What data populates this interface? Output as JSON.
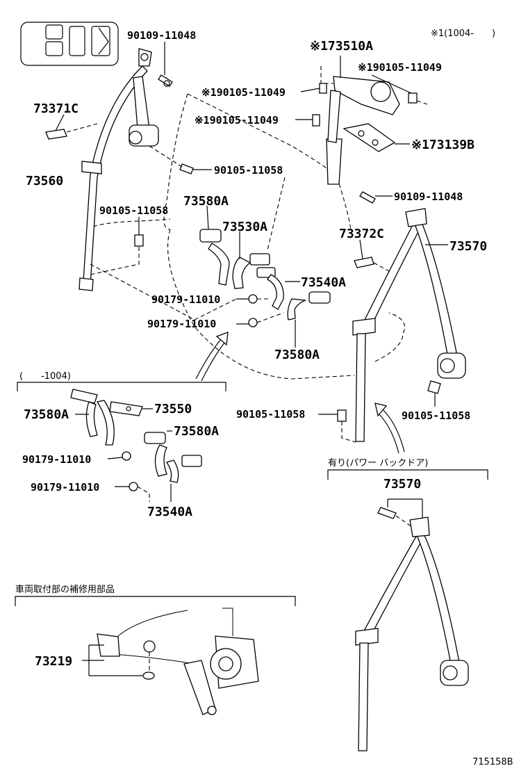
{
  "header": {
    "note_topright": "※1(1004-　　)",
    "footer_code": "715158B"
  },
  "labels": {
    "p_90109_11048_a": "90109-11048",
    "p_73510A": "※173510A",
    "p_90105_11049_a": "※190105-11049",
    "p_90105_11049_b": "※190105-11049",
    "p_90105_11049_c": "※190105-11049",
    "p_73371C": "73371C",
    "p_73560": "73560",
    "p_90105_11058_a": "90105-11058",
    "p_90105_11058_b": "90105-11058",
    "p_73139B": "※173139B",
    "p_90109_11048_b": "90109-11048",
    "p_73580A_a": "73580A",
    "p_73530A": "73530A",
    "p_73372C": "73372C",
    "p_73570_a": "73570",
    "p_73540A_a": "73540A",
    "p_90179_11010_a": "90179-11010",
    "p_90179_11010_b": "90179-11010",
    "p_73580A_b": "73580A",
    "p_90105_11058_c": "90105-11058",
    "p_90105_11058_d": "90105-11058",
    "p_73580A_c": "73580A",
    "p_73550": "73550",
    "p_73580A_d": "73580A",
    "p_90179_11010_c": "90179-11010",
    "p_90179_11010_d": "90179-11010",
    "p_73540A_b": "73540A",
    "p_73570_b": "73570",
    "p_73219": "73219"
  },
  "sections": {
    "range_1004": "(　　-1004)",
    "power_backdoor": "有り(パワー バックドア)",
    "repair_parts": "車両取付部の補修用部品"
  }
}
